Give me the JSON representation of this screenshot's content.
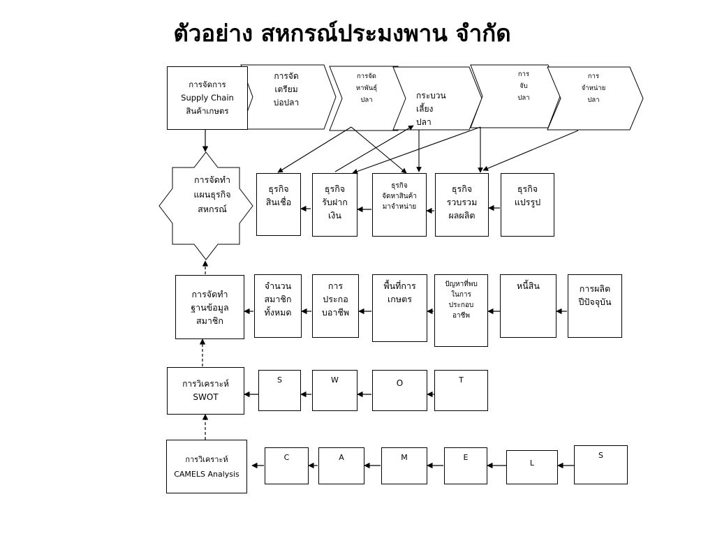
{
  "title": "ตัวอย่าง  สหกรณ์ประมงพาน  จำกัด",
  "top_row": {
    "supply_chain": "การจัดการ\nSupply Chain\nสินค้าเกษตร",
    "steps": [
      "การจัด\nเตรียม\nบ่อปลา",
      "การจัด\nหาพันธุ์\nปลา",
      "กระบวน\n        เลี้ยง\nปลา",
      "การ\nจับ\nปลา",
      "การ\nจำหน่าย\nปลา"
    ]
  },
  "business_row": {
    "plan": "การจัดทำ\nแผนธุรกิจ\nสหกรณ์",
    "items": [
      "ธุรกิจ\nสินเชื่อ",
      "ธุรกิจ\nรับฝาก\nเงิน",
      "ธุรกิจ\nจัดหาสินค้า\nมาจำหน่าย",
      "ธุรกิจ\nรวบรวม\nผลผลิต",
      "ธุรกิจ\nแปรรูป"
    ]
  },
  "member_row": {
    "database": "การจัดทำ\nฐานข้อมูล\nสมาชิก",
    "items": [
      "จำนวน\nสมาชิก\nทั้งหมด",
      "การ\nประกอ\nบอาชีพ",
      "พื้นที่การ\nเกษตร",
      "ปัญหาที่พบ\nในการ\nประกอบ\nอาชีพ",
      "หนี้สิน",
      "การผลิต\nปีปัจจุบัน"
    ]
  },
  "swot_row": {
    "label": "การวิเคราะห์\nSWOT",
    "items": [
      "S",
      "W",
      "O",
      "T"
    ]
  },
  "camels_row": {
    "label": "การวิเคราะห์\nCAMELS Analysis",
    "items": [
      "C",
      "A",
      "M",
      "E",
      "L",
      "S"
    ]
  }
}
